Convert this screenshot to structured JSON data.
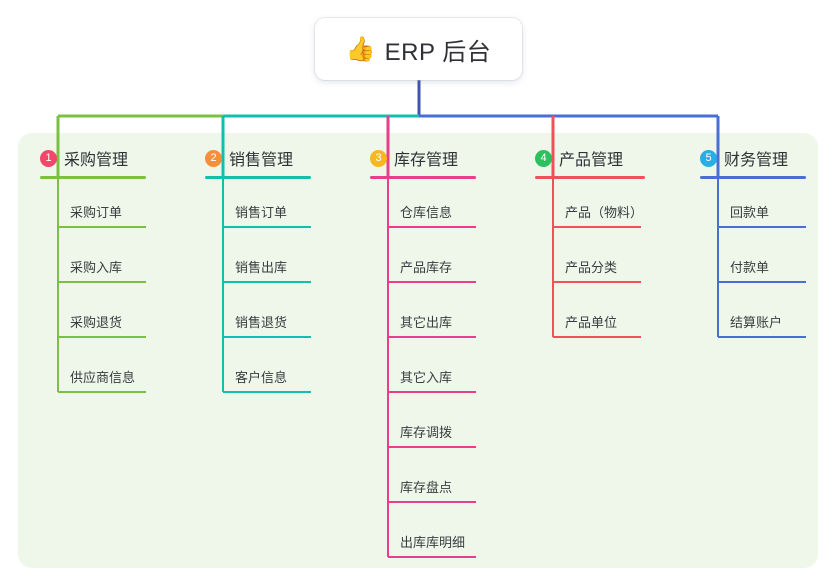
{
  "diagram": {
    "type": "mindmap",
    "root": {
      "icon": "thumbs-up-emoji",
      "emoji": "👍",
      "title": "ERP 后台"
    },
    "panel_color": "#eef7e9",
    "stem_color": "#4054b2",
    "branches": [
      {
        "number": "1",
        "title": "采购管理",
        "badge_color": "#f2476b",
        "line_color": "#7ac143",
        "items": [
          "采购订单",
          "采购入库",
          "采购退货",
          "供应商信息"
        ]
      },
      {
        "number": "2",
        "title": "销售管理",
        "badge_color": "#f4903c",
        "line_color": "#12bfae",
        "items": [
          "销售订单",
          "销售出库",
          "销售退货",
          "客户信息"
        ]
      },
      {
        "number": "3",
        "title": "库存管理",
        "badge_color": "#f5b820",
        "line_color": "#ea3d8c",
        "items": [
          "仓库信息",
          "产品库存",
          "其它出库",
          "其它入库",
          "库存调拨",
          "库存盘点",
          "出库库明细"
        ]
      },
      {
        "number": "4",
        "title": "产品管理",
        "badge_color": "#2cc15e",
        "line_color": "#f1515a",
        "items": [
          "产品（物料）",
          "产品分类",
          "产品单位"
        ]
      },
      {
        "number": "5",
        "title": "财务管理",
        "badge_color": "#27aee3",
        "line_color": "#4a6fd4",
        "items": [
          "回款单",
          "付款单",
          "结算账户"
        ]
      }
    ]
  }
}
